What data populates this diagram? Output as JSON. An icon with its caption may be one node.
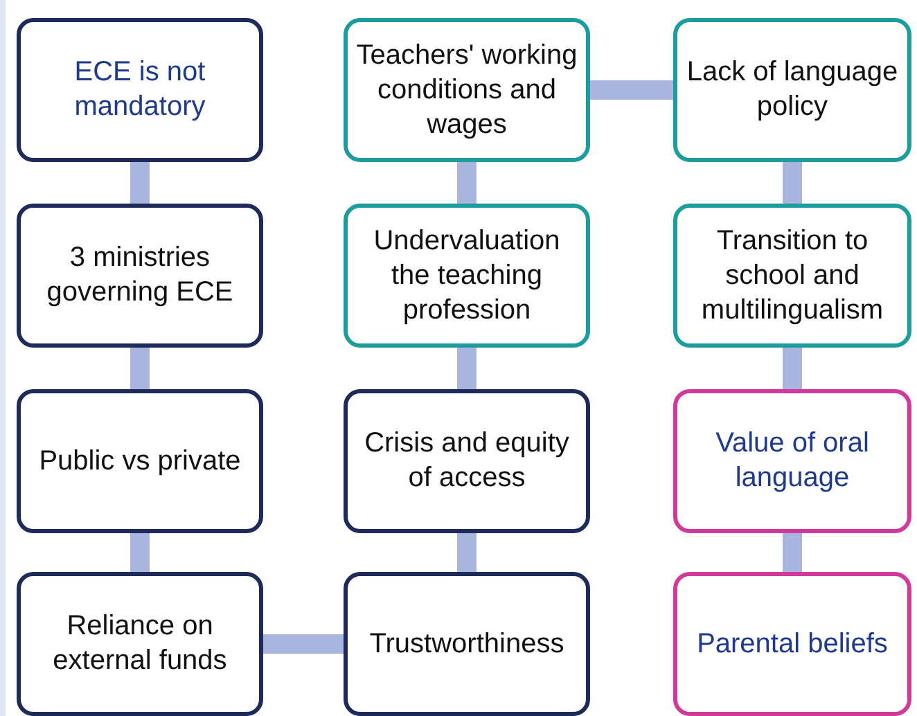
{
  "diagram": {
    "nodes": [
      {
        "text": [
          "ECE is not mandatory"
        ]
      },
      {
        "text": [
          "Teachers' working conditions and wages"
        ]
      },
      {
        "text": [
          "Lack of language policy"
        ]
      },
      {
        "text": [
          "3 ministries governing ECE"
        ]
      },
      {
        "text": [
          "Undervaluation the teaching profession"
        ]
      },
      {
        "text": [
          "Transition to school and multilingualism"
        ]
      },
      {
        "text": [
          "Public vs private"
        ]
      },
      {
        "text": [
          "Crisis and equity of access"
        ]
      },
      {
        "text": [
          "Value of oral language"
        ]
      },
      {
        "text": [
          "Reliance on external funds"
        ]
      },
      {
        "text": [
          "Trustworthiness"
        ]
      },
      {
        "text": [
          "Parental beliefs"
        ]
      }
    ],
    "edges": [
      {
        "from": 0,
        "to": 3,
        "arrow": "none"
      },
      {
        "from": 3,
        "to": 6,
        "arrow": "none"
      },
      {
        "from": 6,
        "to": 9,
        "arrow": "none"
      },
      {
        "from": 9,
        "to": 10,
        "arrow": "none"
      },
      {
        "from": 10,
        "to": 7,
        "arrow": "none"
      },
      {
        "from": 7,
        "to": 4,
        "arrow": "none"
      },
      {
        "from": 4,
        "to": 1,
        "arrow": "none"
      },
      {
        "from": 1,
        "to": 2,
        "arrow": "none"
      },
      {
        "from": 2,
        "to": 5,
        "arrow": "none"
      },
      {
        "from": 5,
        "to": 8,
        "arrow": "none"
      },
      {
        "from": 8,
        "to": 11,
        "arrow": "none"
      }
    ]
  }
}
